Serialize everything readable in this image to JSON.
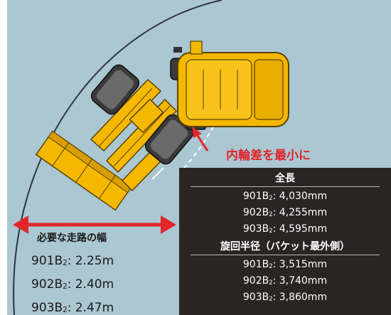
{
  "callout_label": "内輪差を最小に",
  "panel": {
    "length_header": "全長",
    "length_rows": [
      {
        "model": "901B",
        "sub": "2",
        "value": ": 4,030mm"
      },
      {
        "model": "902B",
        "sub": "2",
        "value": ": 4,255mm"
      },
      {
        "model": "903B",
        "sub": "2",
        "value": ": 4,595mm"
      }
    ],
    "radius_header": "旋回半径（バケット最外側）",
    "radius_rows": [
      {
        "model": "901B",
        "sub": "2",
        "value": ": 3,515mm"
      },
      {
        "model": "902B",
        "sub": "2",
        "value": ": 3,740mm"
      },
      {
        "model": "903B",
        "sub": "2",
        "value": ": 3,860mm"
      }
    ]
  },
  "width": {
    "title": "必要な走路の幅",
    "rows": [
      {
        "model": "901B",
        "sub": "2",
        "value": ": 2.25m"
      },
      {
        "model": "902B",
        "sub": "2",
        "value": ": 2.40m"
      },
      {
        "model": "903B",
        "sub": "2",
        "value": ": 2.47m"
      }
    ]
  },
  "colors": {
    "background": "#aac7d2",
    "machine": "#f5b800",
    "arrow": "#e0262b",
    "panel": "#2a2524"
  }
}
